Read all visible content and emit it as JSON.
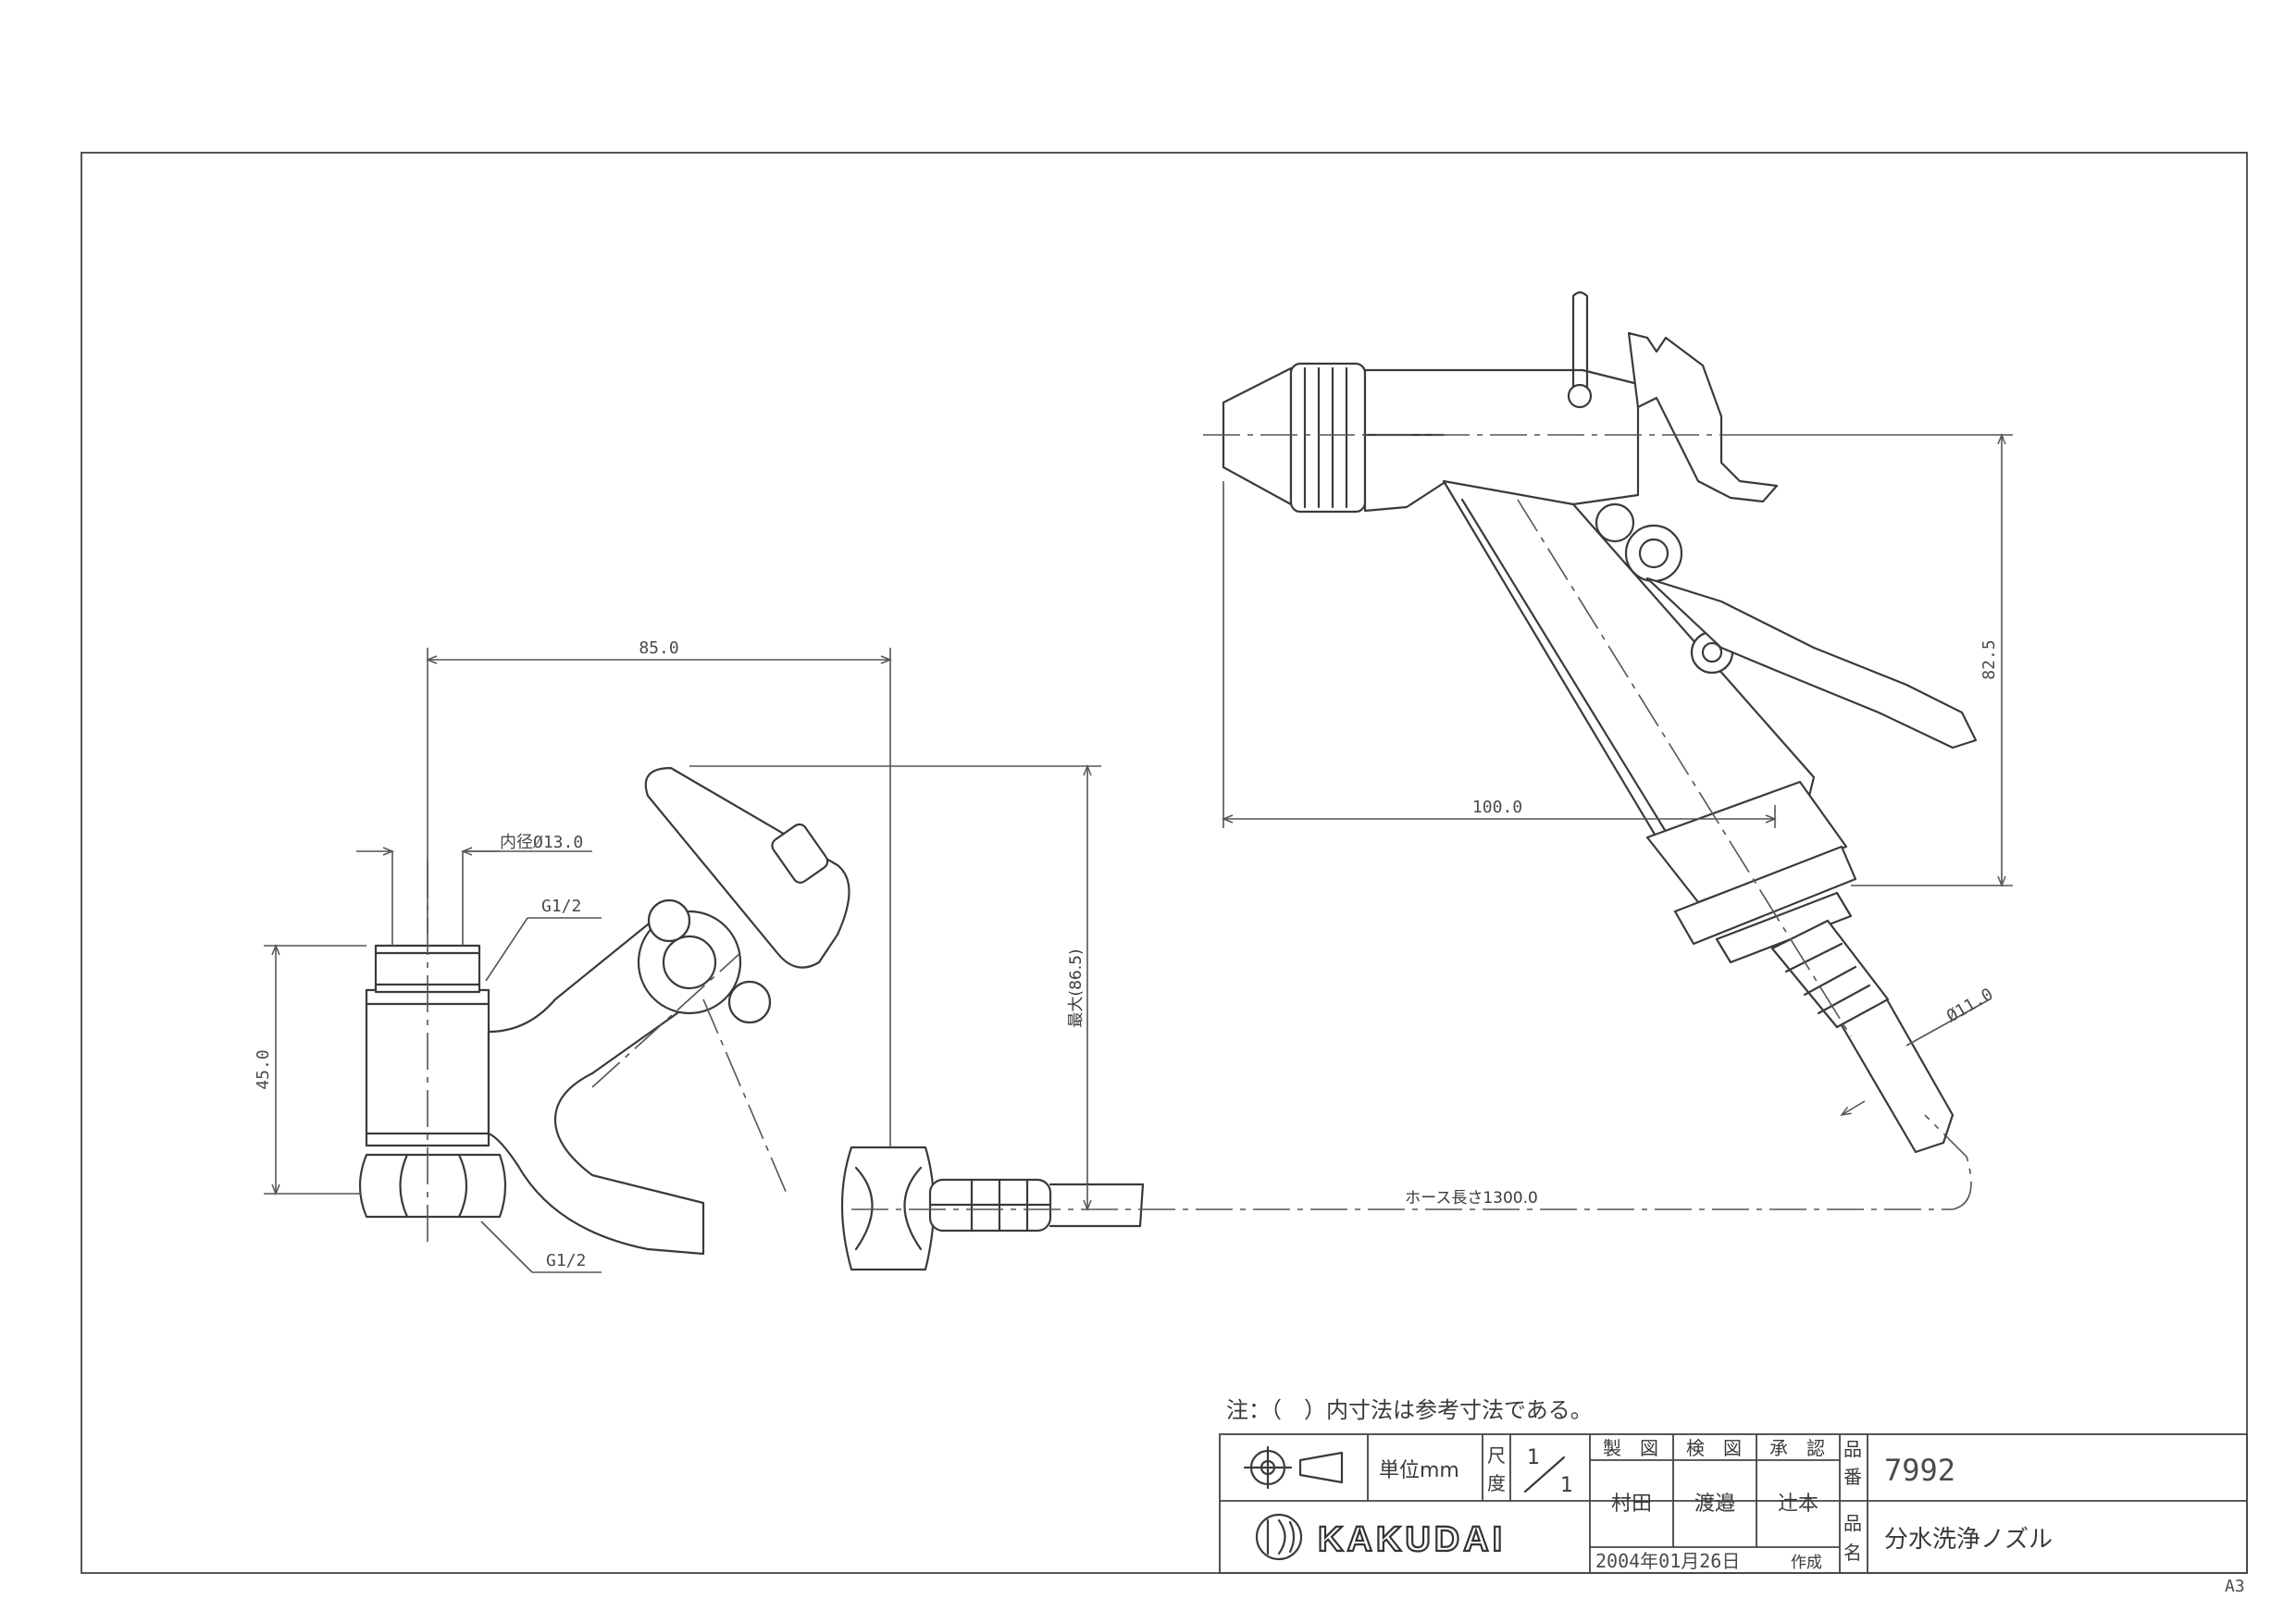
{
  "dimensions": {
    "width_85": "85.0",
    "inner_dia": "内径Ø13.0",
    "thread_top": "G1/2",
    "thread_bottom": "G1/2",
    "height_45": "45.0",
    "max_height": "最大(86.5)",
    "hose_length": "ホース長さ1300.0",
    "nozzle_width": "100.0",
    "nozzle_height": "82.5",
    "hose_dia": "Ø11.0"
  },
  "note": "注：（　）内寸法は参考寸法である。",
  "title_block": {
    "unit_label": "単位mm",
    "scale_label_1": "尺",
    "scale_label_2": "度",
    "scale_num": "1",
    "scale_den": "1",
    "drawn_header": "製　図",
    "checked_header": "検　図",
    "approved_header": "承　認",
    "drawn_by": "村田",
    "checked_by": "渡邉",
    "approved_by": "辻本",
    "date": "2004年01月26日",
    "made_label": "作成",
    "part_no_label_1": "品",
    "part_no_label_2": "番",
    "part_no": "7992",
    "name_label_1": "品",
    "name_label_2": "名",
    "name": "分水洗浄ノズル",
    "brand": "KAKUDAI"
  },
  "sheet_size": "A3"
}
